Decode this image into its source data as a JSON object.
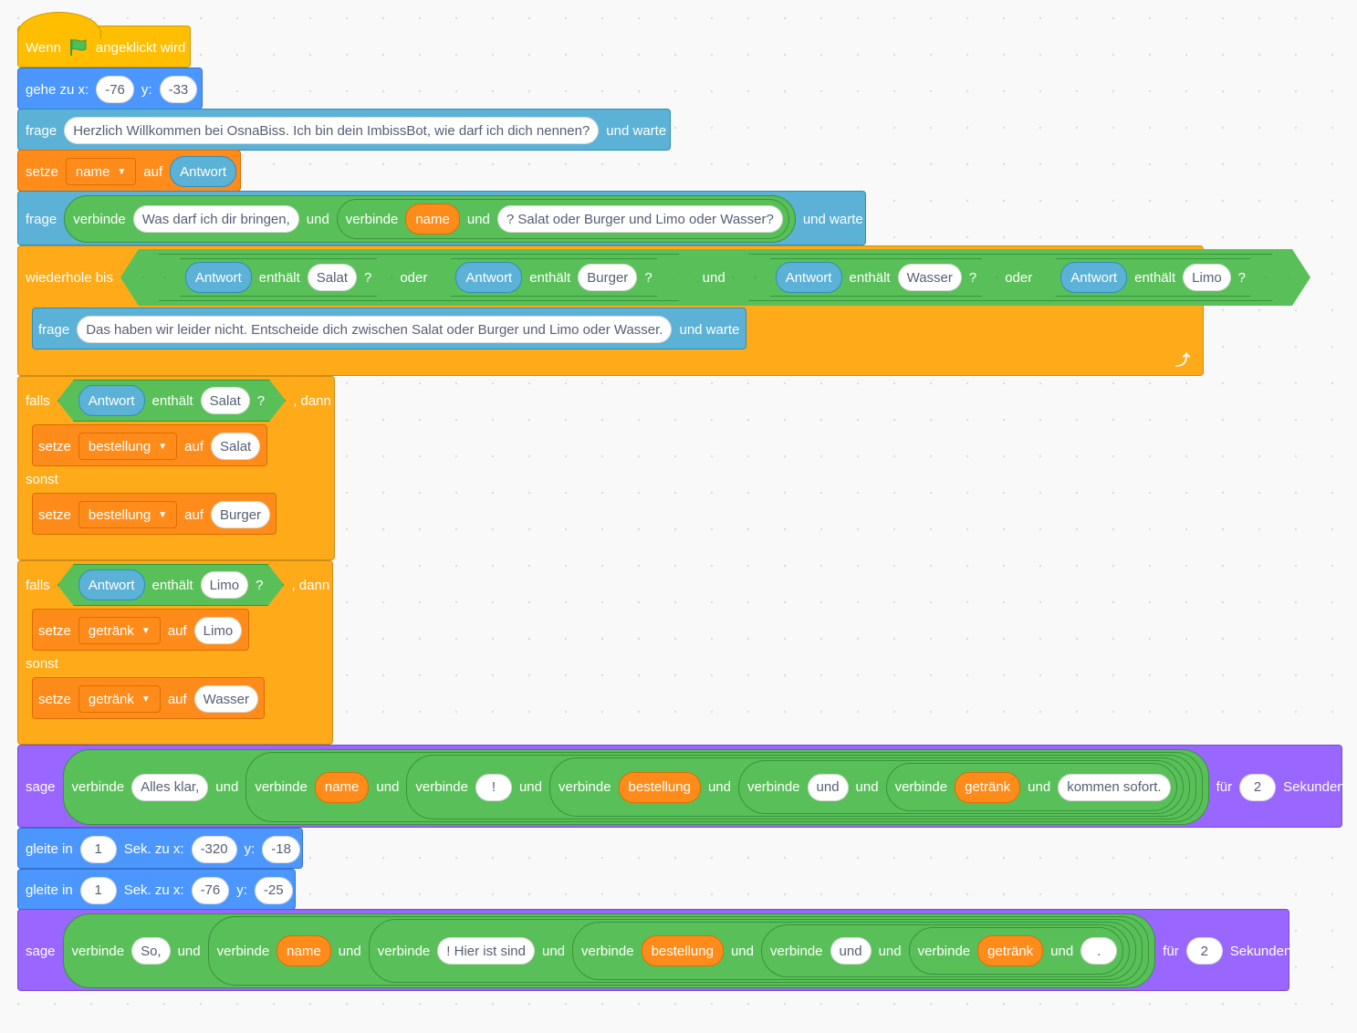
{
  "hat": {
    "before": "Wenn",
    "after": "angeklickt wird",
    "flag_icon": "green-flag-icon",
    "color": "#ffbf00"
  },
  "goto": {
    "label": "gehe zu x:",
    "x": "-76",
    "ylabel": "y:",
    "y": "-33"
  },
  "ask1": {
    "label": "frage",
    "text": "Herzlich Willkommen bei OsnaBiss. Ich bin dein ImbissBot, wie darf ich dich nennen?",
    "suffix": "und warte"
  },
  "set_name": {
    "label": "setze",
    "var": "name",
    "to": "auf",
    "value": "Antwort"
  },
  "ask2": {
    "label": "frage",
    "join": "verbinde",
    "p1": "Was darf ich dir bringen,",
    "and1": "und",
    "join2": "verbinde",
    "var": "name",
    "and2": "und",
    "p2": "? Salat oder Burger und Limo oder Wasser?",
    "suffix": "und warte"
  },
  "repeat": {
    "label": "wiederhole bis",
    "c1": {
      "answer": "Antwort",
      "contains": "enthält",
      "val": "Salat",
      "q": "?"
    },
    "or1": "oder",
    "c2": {
      "answer": "Antwort",
      "contains": "enthält",
      "val": "Burger",
      "q": "?"
    },
    "and": "und",
    "c3": {
      "answer": "Antwort",
      "contains": "enthält",
      "val": "Wasser",
      "q": "?"
    },
    "or2": "oder",
    "c4": {
      "answer": "Antwort",
      "contains": "enthält",
      "val": "Limo",
      "q": "?"
    },
    "ask": {
      "label": "frage",
      "text": "Das haben wir leider nicht. Entscheide dich zwischen Salat oder Burger und Limo oder Wasser.",
      "suffix": "und warte"
    },
    "loop_icon": "loop-arrow-icon"
  },
  "if1": {
    "label": "falls",
    "answer": "Antwort",
    "contains": "enthält",
    "val": "Salat",
    "q": "?",
    "then": ", dann",
    "set1": {
      "label": "setze",
      "var": "bestellung",
      "to": "auf",
      "value": "Salat"
    },
    "else": "sonst",
    "set2": {
      "label": "setze",
      "var": "bestellung",
      "to": "auf",
      "value": "Burger"
    }
  },
  "if2": {
    "label": "falls",
    "answer": "Antwort",
    "contains": "enthält",
    "val": "Limo",
    "q": "?",
    "then": ", dann",
    "set1": {
      "label": "setze",
      "var": "getränk",
      "to": "auf",
      "value": "Limo"
    },
    "else": "sonst",
    "set2": {
      "label": "setze",
      "var": "getränk",
      "to": "auf",
      "value": "Wasser"
    }
  },
  "say1": {
    "label": "sage",
    "j": "verbinde",
    "t1": "Alles klar,",
    "u": "und",
    "v1": "name",
    "t2": "!",
    "v2": "bestellung",
    "t3": "und",
    "v3": "getränk",
    "t4": "kommen sofort.",
    "for": "für",
    "secs": "2",
    "unit": "Sekunden"
  },
  "glide1": {
    "label": "gleite in",
    "secs": "1",
    "mid": "Sek. zu x:",
    "x": "-320",
    "ylabel": "y:",
    "y": "-18"
  },
  "glide2": {
    "label": "gleite in",
    "secs": "1",
    "mid": "Sek. zu x:",
    "x": "-76",
    "ylabel": "y:",
    "y": "-25"
  },
  "say2": {
    "label": "sage",
    "j": "verbinde",
    "t1": "So,",
    "u": "und",
    "v1": "name",
    "t2": "! Hier ist sind",
    "v2": "bestellung",
    "t3": "und",
    "v3": "getränk",
    "t4": ".",
    "for": "für",
    "secs": "2",
    "unit": "Sekunden"
  }
}
